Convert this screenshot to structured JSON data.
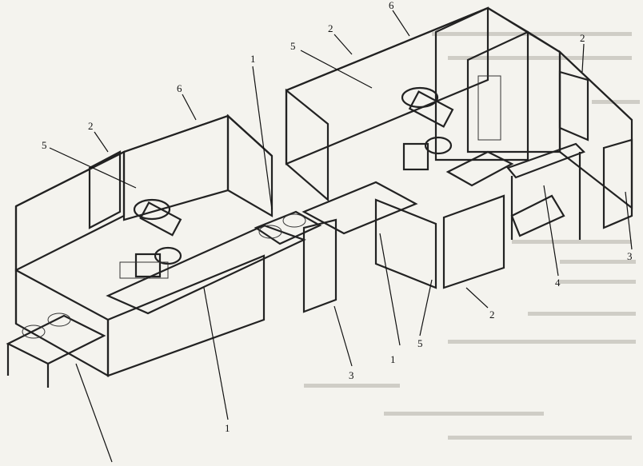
{
  "callouts": [
    {
      "id": "c1a",
      "text": "1"
    },
    {
      "id": "c1b",
      "text": "1"
    },
    {
      "id": "c1c",
      "text": "1"
    },
    {
      "id": "c2a",
      "text": "2"
    },
    {
      "id": "c2b",
      "text": "2"
    },
    {
      "id": "c2c",
      "text": "2"
    },
    {
      "id": "c2d",
      "text": "2"
    },
    {
      "id": "c3a",
      "text": "3"
    },
    {
      "id": "c3b",
      "text": "3"
    },
    {
      "id": "c4",
      "text": "4"
    },
    {
      "id": "c5a",
      "text": "5"
    },
    {
      "id": "c5b",
      "text": "5"
    },
    {
      "id": "c5c",
      "text": "5"
    },
    {
      "id": "c6a",
      "text": "6"
    },
    {
      "id": "c6b",
      "text": "6"
    }
  ]
}
